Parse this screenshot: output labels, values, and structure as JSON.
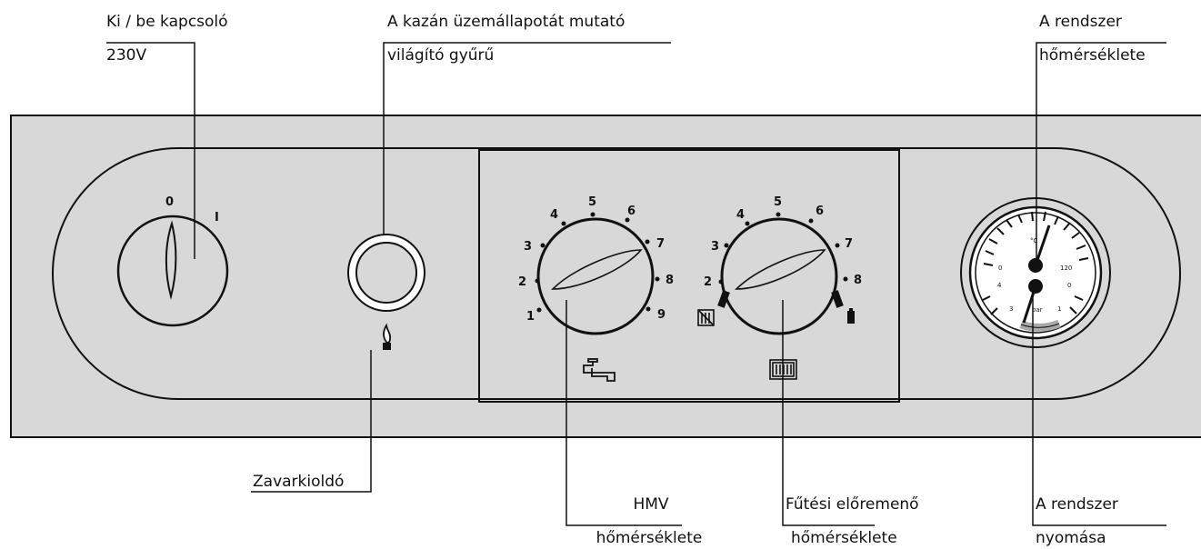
{
  "labels": {
    "switch_line1": "Ki / be kapcsoló",
    "switch_line2": "230V",
    "ring_line1": "A kazán üzemállapotát mutató",
    "ring_line2": "világító gyűrű",
    "temp_line1": "A rendszer",
    "temp_line2": "hőmérséklete",
    "reset": "Zavarkioldó",
    "dhw_line1": "HMV",
    "dhw_line2": "hőmérséklete",
    "heat_line1": "Fűtési előremenő",
    "heat_line2": "hőmérséklete",
    "pressure_line1": "A rendszer",
    "pressure_line2": "nyomása"
  },
  "switch": {
    "off": "0",
    "on": "I"
  },
  "dhw_knob": {
    "scale": [
      "1",
      "2",
      "3",
      "4",
      "5",
      "6",
      "7",
      "8",
      "9"
    ]
  },
  "heat_knob": {
    "scale": [
      "2",
      "3",
      "4",
      "5",
      "6",
      "7",
      "8"
    ]
  },
  "gauge": {
    "unit_temp": "°C",
    "temp_min": "0",
    "temp_max": "120",
    "pressure_left": "4",
    "pressure_right": "0",
    "pressure_bottom_left": "3",
    "pressure_bottom_right": "1",
    "unit_pressure": "bar"
  },
  "colors": {
    "panel": "#d8d8d8",
    "line": "#111111",
    "dial_face": "#ffffff",
    "gauge_band": "#a9a9a9"
  }
}
